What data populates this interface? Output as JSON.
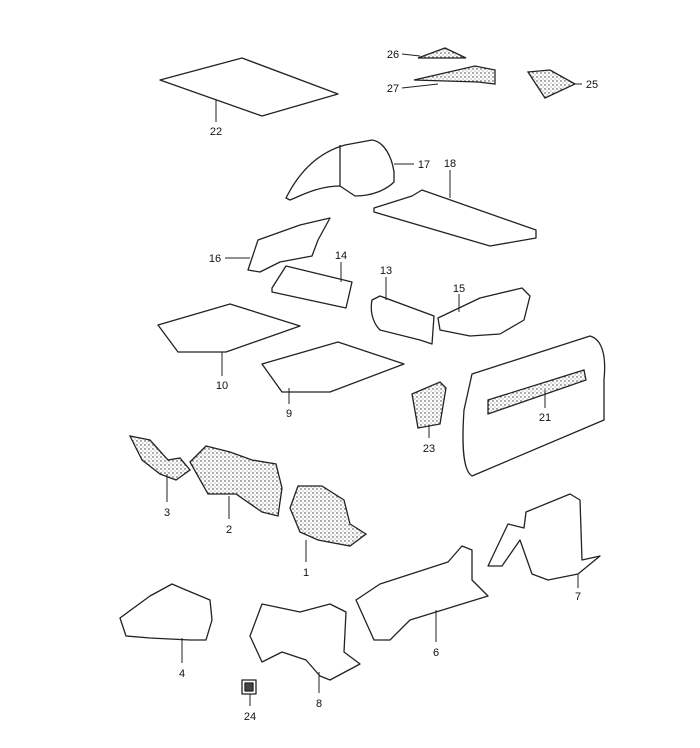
{
  "title": "Parts diagram – interior trim / insulation",
  "labels": {
    "p1": "1",
    "p2": "2",
    "p3": "3",
    "p4": "4",
    "p6": "6",
    "p7": "7",
    "p8": "8",
    "p9": "9",
    "p10": "10",
    "p13": "13",
    "p14": "14",
    "p15": "15",
    "p16": "16",
    "p17": "17",
    "p18": "18",
    "p21": "21",
    "p22": "22",
    "p23": "23",
    "p24": "24",
    "p25": "25",
    "p26": "26",
    "p27": "27"
  },
  "colors": {
    "line": "#222222",
    "background": "#ffffff"
  }
}
